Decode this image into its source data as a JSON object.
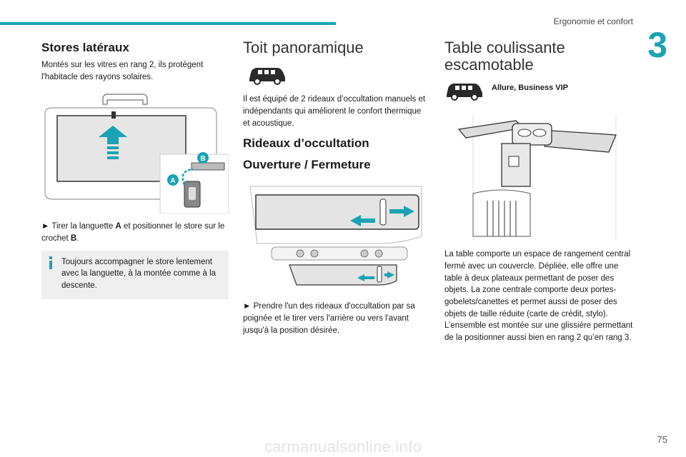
{
  "header": {
    "section_title": "Ergonomie et confort",
    "chapter_number": "3",
    "page_number": "75"
  },
  "watermark": "carmanualsonline.info",
  "stores": {
    "title": "Stores latéraux",
    "intro": "Montés sur les vitres en rang 2, ils protègent l'habitacle des rayons solaires.",
    "label_a": "A",
    "label_b": "B",
    "step_prefix": "► Tirer la languette ",
    "step_a": "A",
    "step_mid": " et positionner le store sur le crochet ",
    "step_b": "B",
    "step_end": ".",
    "note": "Toujours accompagner le store lentement avec la languette, à la montée comme à la descente."
  },
  "toit": {
    "title": "Toit panoramique",
    "intro": "Il est équipé de 2 rideaux d’occultation manuels et indépendants qui améliorent le confort thermique et acoustique.",
    "subtitle1": "Rideaux d’occultation",
    "subtitle2": "Ouverture / Fermeture",
    "step": "► Prendre l'un des rideaux d'occultation par sa poignée et le tirer vers l'arrière ou vers l'avant jusqu'à la position désirée."
  },
  "table": {
    "title": "Table coulissante escamotable",
    "badge": "Allure, Business VIP",
    "body": "La table comporte un espace de rangement central fermé avec un couvercle. Dépliée, elle offre une table à deux plateaux permettant de poser des objets. La zone centrale comporte deux portes-gobelets/canettes et permet aussi de poser des objets de taille réduite (carte de crédit, stylo). L’ensemble est montée sur une glissière permettant de la positionner aussi bien en rang 2 qu’en rang 3."
  },
  "colors": {
    "accent": "#1aa3b3",
    "note_bg": "#efefef",
    "icon_fill": "#2a2a2a"
  }
}
